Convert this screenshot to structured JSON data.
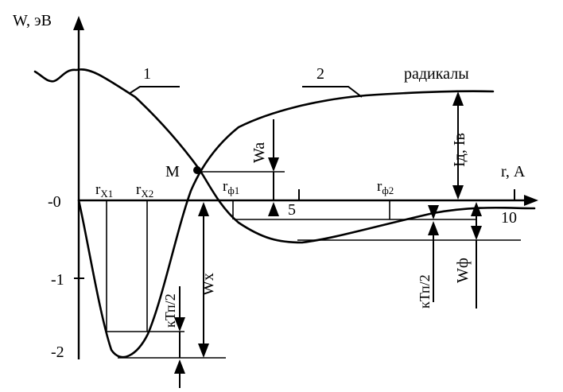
{
  "axes": {
    "y_label": "W, эВ",
    "x_label": "r, А",
    "y_ticks": [
      "-0",
      "-1",
      "-2"
    ],
    "x_ticks": [
      "5",
      "10"
    ]
  },
  "curves": {
    "label_1": "1",
    "label_2": "2",
    "radicals": "радикалы"
  },
  "points": {
    "M": "M"
  },
  "distances": {
    "rx1": {
      "base": "r",
      "sub": "Х1"
    },
    "rx2": {
      "base": "r",
      "sub": "Х2"
    },
    "rf1": {
      "base": "r",
      "sub": "ф1"
    },
    "rf2": {
      "base": "r",
      "sub": "ф2"
    }
  },
  "energies": {
    "Wa": "Wa",
    "Wx": "Wx",
    "Wf": "Wф",
    "Id_Iv": "Iд, Iв",
    "kTp_left": "кТп/2",
    "kTp_right": "кТп/2"
  }
}
